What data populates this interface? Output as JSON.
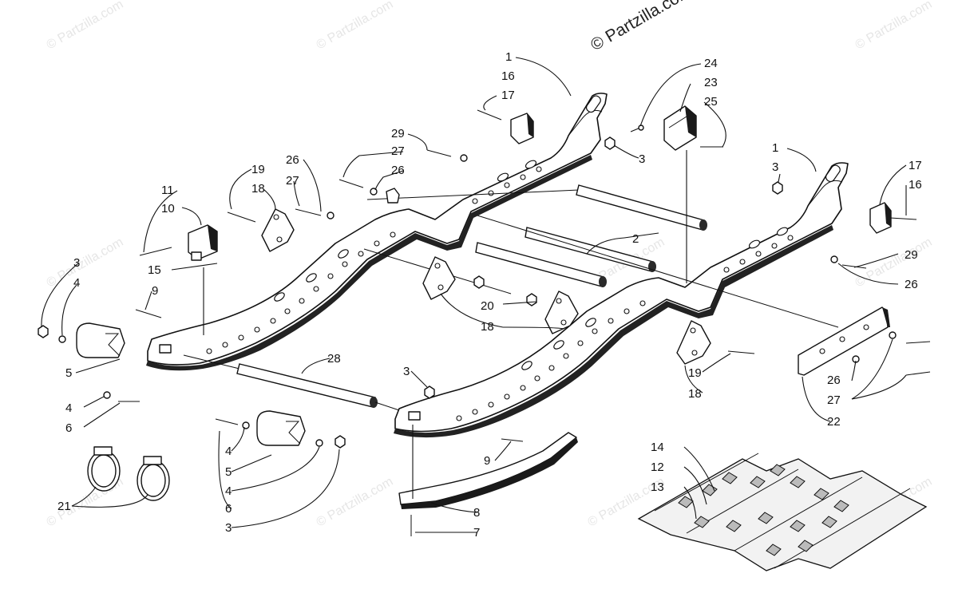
{
  "watermark": {
    "main": "© Partzilla.com",
    "repeat": "© Partzilla.com"
  },
  "callouts": [
    {
      "id": "c1a",
      "text": "1"
    },
    {
      "id": "c16a",
      "text": "16"
    },
    {
      "id": "c17a",
      "text": "17"
    },
    {
      "id": "c24",
      "text": "24"
    },
    {
      "id": "c23",
      "text": "23"
    },
    {
      "id": "c25",
      "text": "25"
    },
    {
      "id": "c29a",
      "text": "29"
    },
    {
      "id": "c27a",
      "text": "27"
    },
    {
      "id": "c26a",
      "text": "26"
    },
    {
      "id": "c3a",
      "text": "3"
    },
    {
      "id": "c1b",
      "text": "1"
    },
    {
      "id": "c3b",
      "text": "3"
    },
    {
      "id": "c17b",
      "text": "17"
    },
    {
      "id": "c16b",
      "text": "16"
    },
    {
      "id": "c19a",
      "text": "19"
    },
    {
      "id": "c18a",
      "text": "18"
    },
    {
      "id": "c26b",
      "text": "26"
    },
    {
      "id": "c27b",
      "text": "27"
    },
    {
      "id": "c11",
      "text": "11"
    },
    {
      "id": "c10",
      "text": "10"
    },
    {
      "id": "c15",
      "text": "15"
    },
    {
      "id": "c2",
      "text": "2"
    },
    {
      "id": "c29b",
      "text": "29"
    },
    {
      "id": "c26c",
      "text": "26"
    },
    {
      "id": "c3c",
      "text": "3"
    },
    {
      "id": "c4a",
      "text": "4"
    },
    {
      "id": "c9a",
      "text": "9"
    },
    {
      "id": "c20",
      "text": "20"
    },
    {
      "id": "c18b",
      "text": "18"
    },
    {
      "id": "c5a",
      "text": "5"
    },
    {
      "id": "c28",
      "text": "28"
    },
    {
      "id": "c19b",
      "text": "19"
    },
    {
      "id": "c18c",
      "text": "18"
    },
    {
      "id": "c26d",
      "text": "26"
    },
    {
      "id": "c27c",
      "text": "27"
    },
    {
      "id": "c22",
      "text": "22"
    },
    {
      "id": "c3d",
      "text": "3"
    },
    {
      "id": "c4b",
      "text": "4"
    },
    {
      "id": "c6a",
      "text": "6"
    },
    {
      "id": "c4c",
      "text": "4"
    },
    {
      "id": "c5b",
      "text": "5"
    },
    {
      "id": "c4d",
      "text": "4"
    },
    {
      "id": "c9b",
      "text": "9"
    },
    {
      "id": "c14",
      "text": "14"
    },
    {
      "id": "c12",
      "text": "12"
    },
    {
      "id": "c13",
      "text": "13"
    },
    {
      "id": "c21",
      "text": "21"
    },
    {
      "id": "c6b",
      "text": "6"
    },
    {
      "id": "c3e",
      "text": "3"
    },
    {
      "id": "c8",
      "text": "8"
    },
    {
      "id": "c7",
      "text": "7"
    }
  ]
}
